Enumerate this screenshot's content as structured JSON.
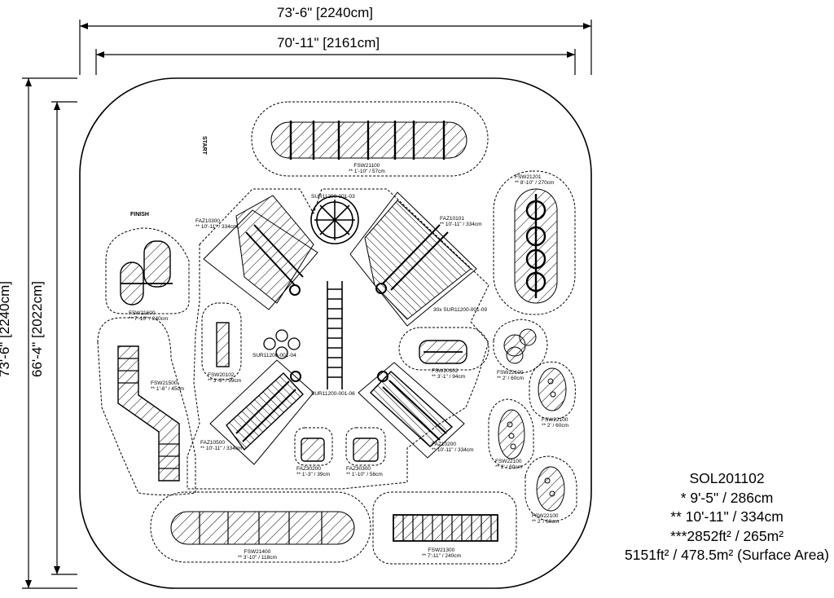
{
  "dimensions": {
    "outer_width": "73'-6\" [2240cm]",
    "inner_width": "70'-11\" [2161cm]",
    "outer_height": "73'-6\" [2240cm]",
    "inner_height": "66'-4\" [2022cm]"
  },
  "labels": {
    "start": "START",
    "finish": "FINISH",
    "fsw21100_code": "FSW21100",
    "fsw21100_len": "** 1'-10\" / 57cm",
    "fsw21201_code": "FSW21201",
    "fsw21201_len": "** 8'-10\" / 270cm",
    "sur_top": "SUR11200-001-03",
    "faz10300_code": "FAZ10300",
    "faz10300_len": "** 10'-11\" / 334cm",
    "faz10101_code": "FAZ10101",
    "faz10101_len": "** 10'-11\" / 334cm",
    "fsw21600_code": "FSW21600",
    "fsw21600_len": "** 7'-10\" / 240cm",
    "sur_right": "30x SUR11200-001-09",
    "fsw20102_code": "FSW20102",
    "fsw20102_len": "** 3'-3\" / 99cm",
    "sur_left": "SUR11200-001-04",
    "fsw20302_code": "FSW20302",
    "fsw20302_len": "** 3'-1\" / 94cm",
    "fsw21500_code": "FSW21500",
    "fsw21500_len": "** 1'-6\" / 45cm",
    "sur_mid": "SUR11200-001-06",
    "fsw22100a_code": "FSW22100",
    "fsw22100a_len": "** 2' / 60cm",
    "fsw22100b_code": "FSW22100",
    "fsw22100b_len": "** 2' / 60cm",
    "fsw22100c_code": "FSW22100",
    "fsw22100c_len": "** 2' / 60cm",
    "fsw22100d_code": "FSW22100",
    "fsw22100d_len": "** 2' / 60cm",
    "faz10500_code": "FAZ10500",
    "faz10500_len": "** 10'-11\" / 334cm",
    "faz10200_code": "FAZ10200",
    "faz10200_len": "** 10'-11\" / 334cm",
    "faz30200_code": "FAZ30200",
    "faz30200_len": "** 1'-3\" / 39cm",
    "faz30300_code": "FAZ30300",
    "faz30300_len": "** 1'-10\" / 56cm",
    "fsw21400_code": "FSW21400",
    "fsw21400_len": "** 3'-10\" / 118cm",
    "fsw21300_code": "FSW21300",
    "fsw21300_len": "** 7'-11\" / 240cm"
  },
  "legend": {
    "model": "SOL201102",
    "line1": "* 9'-5\" / 286cm",
    "line2": "** 10'-11\" / 334cm",
    "line3": "***2852ft² / 265m²",
    "line4": "5151ft² / 478.5m² (Surface Area)"
  }
}
